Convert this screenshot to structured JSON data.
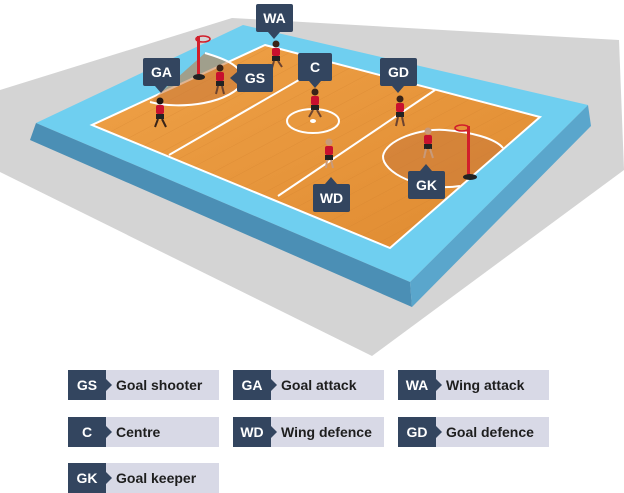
{
  "positions": {
    "GS": {
      "abbr": "GS",
      "label": "Goal shooter"
    },
    "GA": {
      "abbr": "GA",
      "label": "Goal attack"
    },
    "WA": {
      "abbr": "WA",
      "label": "Wing attack"
    },
    "C": {
      "abbr": "C",
      "label": "Centre"
    },
    "WD": {
      "abbr": "WD",
      "label": "Wing defence"
    },
    "GD": {
      "abbr": "GD",
      "label": "Goal defence"
    },
    "GK": {
      "abbr": "GK",
      "label": "Goal keeper"
    }
  },
  "colors": {
    "bubble": "#33455f",
    "court": "#e8943a",
    "surround": "#6fcff0",
    "player_shirt": "#c8102e",
    "post": "#d11f2b"
  }
}
